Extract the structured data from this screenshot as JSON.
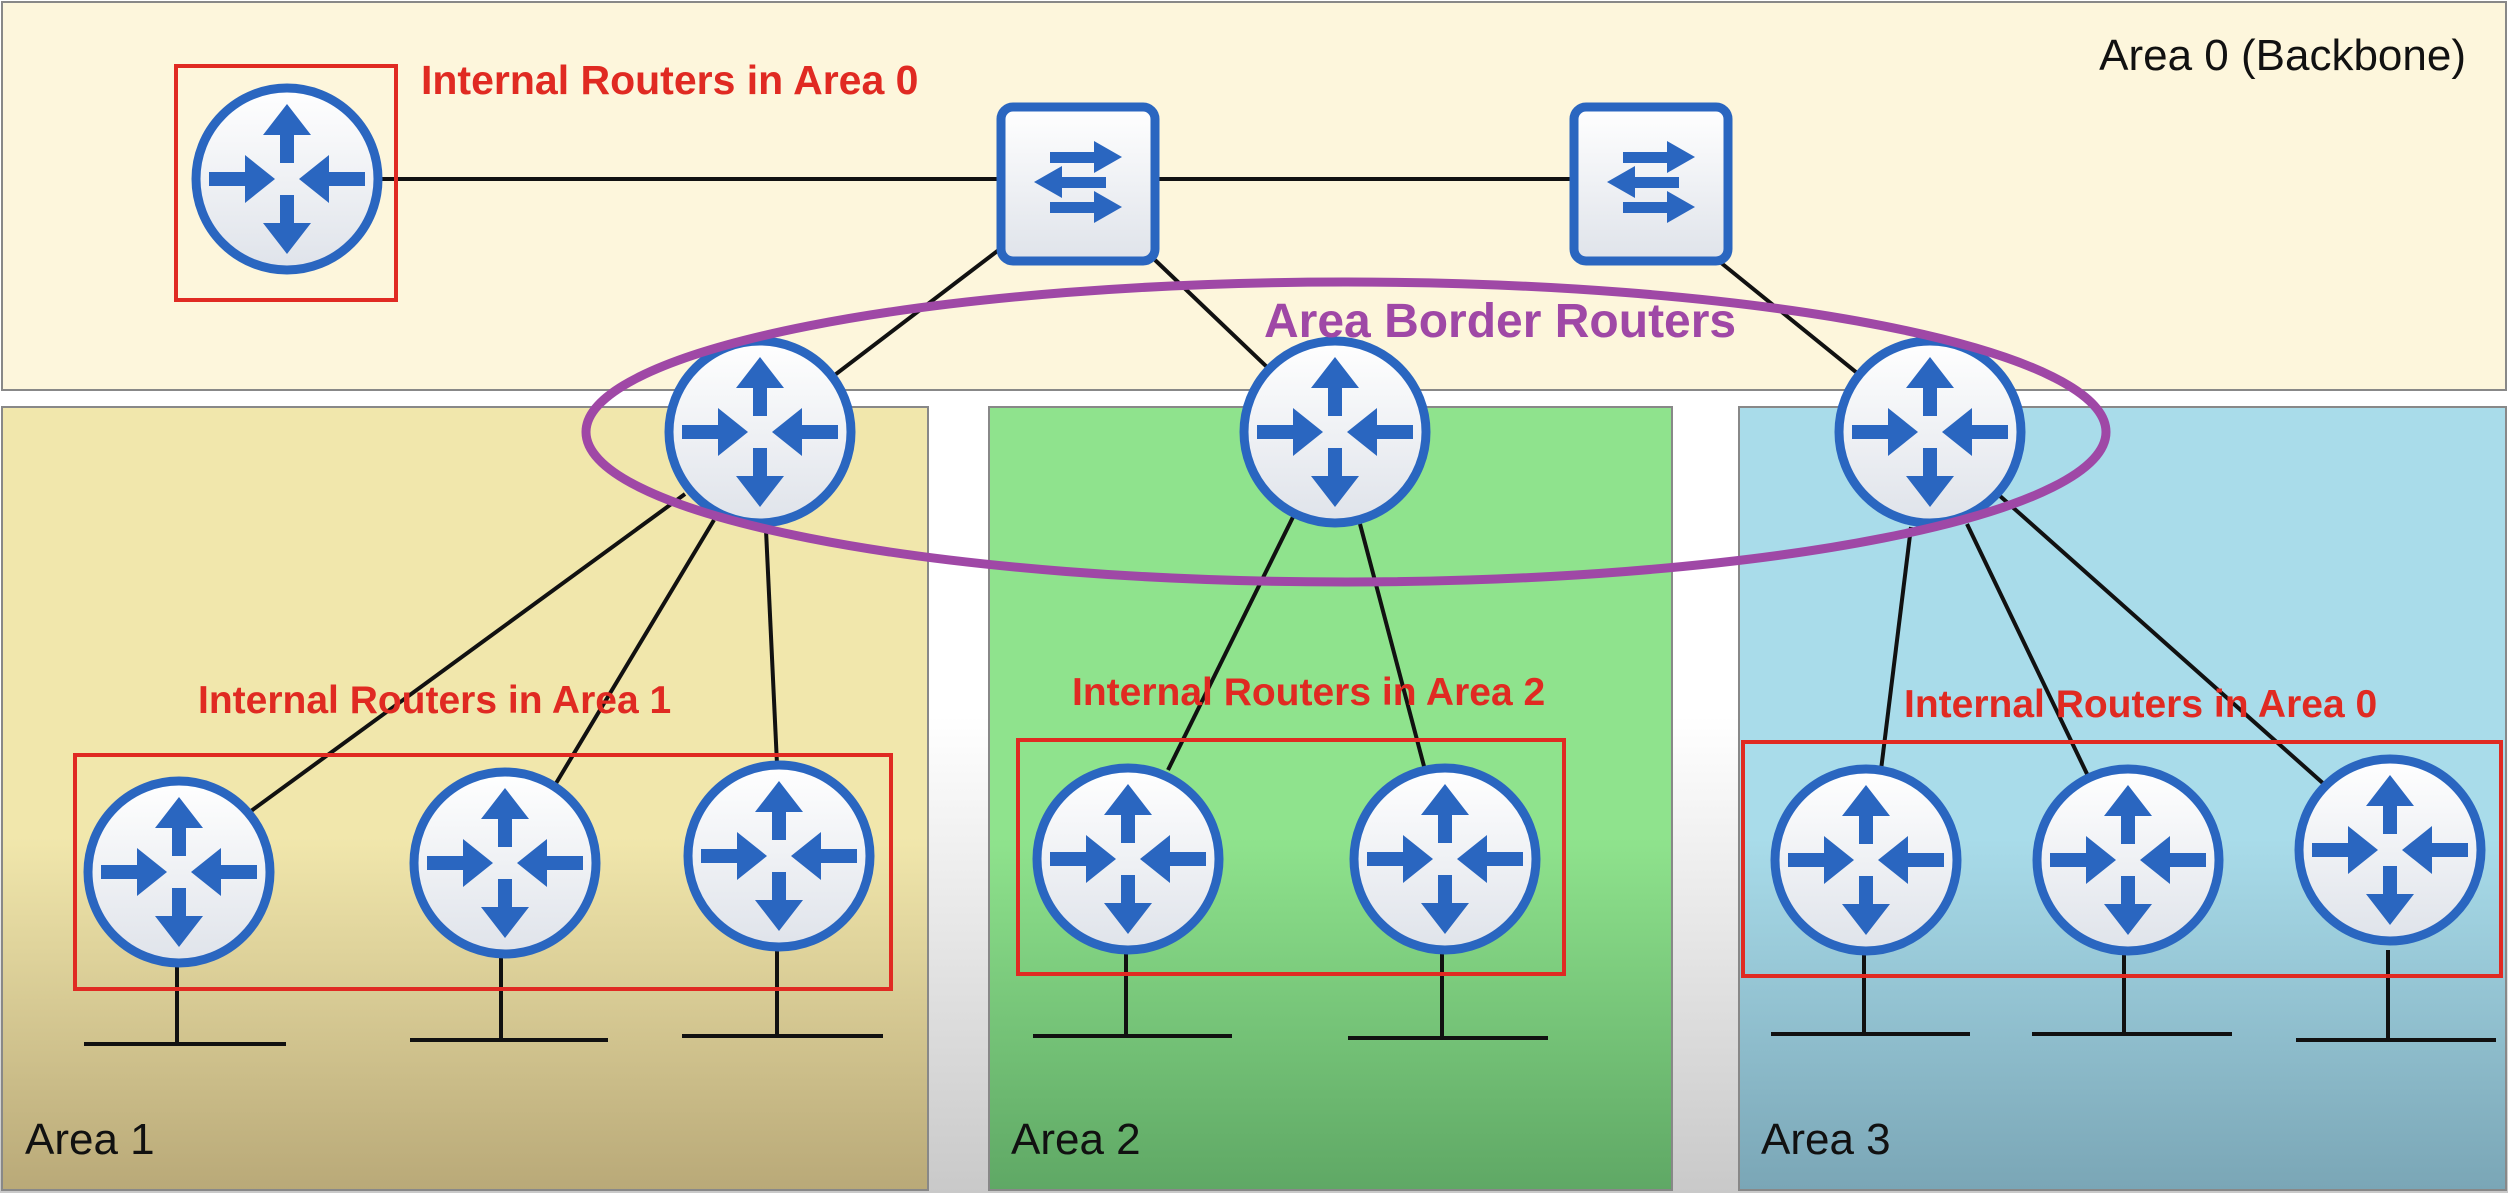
{
  "areas": {
    "area0": {
      "label": "Area 0 (Backbone)",
      "fill": "#fdf6dc"
    },
    "area1": {
      "label": "Area 1",
      "fill_top": "#f1e7ac",
      "fill_bottom": "#b9a978"
    },
    "area2": {
      "label": "Area 2",
      "fill_top": "#8fe38d",
      "fill_bottom": "#5fa865"
    },
    "area3": {
      "label": "Area 3",
      "fill_top": "#a9dcea",
      "fill_bottom": "#7aa6b6"
    }
  },
  "callouts": {
    "internal_area0_top": "Internal Routers in Area 0",
    "area_border_routers": "Area Border Routers",
    "internal_area1": "Internal Routers in Area 1",
    "internal_area2": "Internal Routers in Area 2",
    "internal_area3_label": "Internal Routers in Area 0"
  },
  "colors": {
    "router_blue": "#2a66c0",
    "router_face": "#eef0f4",
    "highlight_red": "#e02a22",
    "abr_purple": "#9f48a6",
    "link": "#111111"
  },
  "icons": {
    "router": "router-icon",
    "switch": "switch-icon",
    "lan": "lan-segment-icon"
  }
}
